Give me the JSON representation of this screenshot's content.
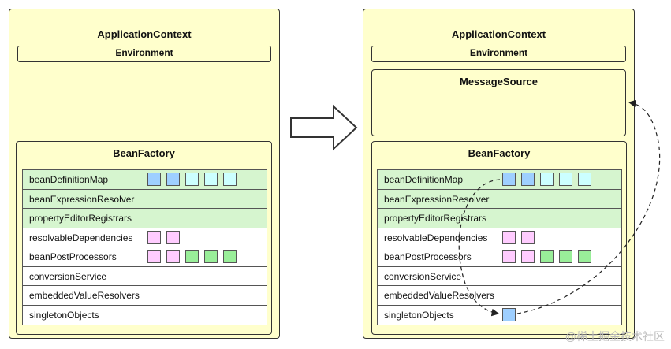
{
  "left": {
    "title": "ApplicationContext",
    "environment": "Environment",
    "beanfactory": {
      "title": "BeanFactory",
      "rows": [
        {
          "label": "beanDefinitionMap",
          "green": true,
          "squares": [
            "blue",
            "blue",
            "cyan",
            "cyan",
            "cyan"
          ]
        },
        {
          "label": "beanExpressionResolver",
          "green": true,
          "squares": []
        },
        {
          "label": "propertyEditorRegistrars",
          "green": true,
          "squares": []
        },
        {
          "label": "resolvableDependencies",
          "green": false,
          "squares": [
            "pink",
            "pink"
          ]
        },
        {
          "label": "beanPostProcessors",
          "green": false,
          "squares": [
            "pink",
            "pink",
            "green",
            "green",
            "green"
          ]
        },
        {
          "label": "conversionService",
          "green": false,
          "squares": []
        },
        {
          "label": "embeddedValueResolvers",
          "green": false,
          "squares": []
        },
        {
          "label": "singletonObjects",
          "green": false,
          "squares": []
        }
      ]
    }
  },
  "right": {
    "title": "ApplicationContext",
    "environment": "Environment",
    "messagesource": "MessageSource",
    "beanfactory": {
      "title": "BeanFactory",
      "rows": [
        {
          "label": "beanDefinitionMap",
          "green": true,
          "squares": [
            "blue",
            "blue",
            "cyan",
            "cyan",
            "cyan"
          ]
        },
        {
          "label": "beanExpressionResolver",
          "green": true,
          "squares": []
        },
        {
          "label": "propertyEditorRegistrars",
          "green": true,
          "squares": []
        },
        {
          "label": "resolvableDependencies",
          "green": false,
          "squares": [
            "pink",
            "pink"
          ]
        },
        {
          "label": "beanPostProcessors",
          "green": false,
          "squares": [
            "pink",
            "pink",
            "green",
            "green",
            "green"
          ]
        },
        {
          "label": "conversionService",
          "green": false,
          "squares": []
        },
        {
          "label": "embeddedValueResolvers",
          "green": false,
          "squares": []
        },
        {
          "label": "singletonObjects",
          "green": false,
          "squares": [
            "blue"
          ]
        }
      ]
    }
  },
  "colors": {
    "panel": "#ffffcc",
    "row_green": "#d6f5cf",
    "blue": "#9ecfff",
    "cyan": "#ccffff",
    "pink": "#ffccff",
    "green": "#99ee99"
  },
  "watermark": "@稀土掘金技术社区"
}
